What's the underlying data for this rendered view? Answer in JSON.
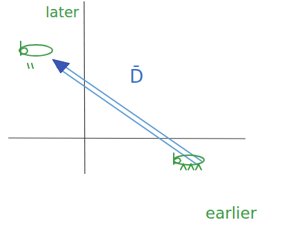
{
  "diagram": {
    "labels": [
      "later",
      "D̄",
      "earlier"
    ]
  }
}
